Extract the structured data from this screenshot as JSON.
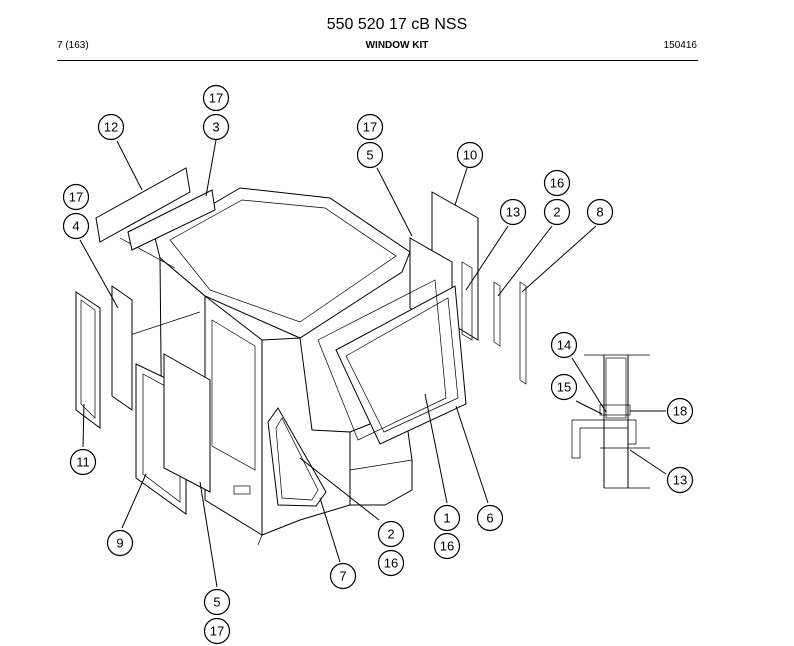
{
  "header": {
    "title": "550 520 17 cB NSS",
    "page": "7 (163)",
    "section": "WINDOW KIT",
    "code": "150416"
  },
  "callouts": [
    {
      "id": "c17a",
      "label": "17"
    },
    {
      "id": "c3",
      "label": "3"
    },
    {
      "id": "c12",
      "label": "12"
    },
    {
      "id": "c17b",
      "label": "17"
    },
    {
      "id": "c5a",
      "label": "5"
    },
    {
      "id": "c10",
      "label": "10"
    },
    {
      "id": "c16a",
      "label": "16"
    },
    {
      "id": "c13a",
      "label": "13"
    },
    {
      "id": "c2a",
      "label": "2"
    },
    {
      "id": "c8",
      "label": "8"
    },
    {
      "id": "c17c",
      "label": "17"
    },
    {
      "id": "c4",
      "label": "4"
    },
    {
      "id": "c14",
      "label": "14"
    },
    {
      "id": "c15",
      "label": "15"
    },
    {
      "id": "c18",
      "label": "18"
    },
    {
      "id": "c13b",
      "label": "13"
    },
    {
      "id": "c11",
      "label": "11"
    },
    {
      "id": "c1",
      "label": "1"
    },
    {
      "id": "c6",
      "label": "6"
    },
    {
      "id": "c16b",
      "label": "16"
    },
    {
      "id": "c2b",
      "label": "2"
    },
    {
      "id": "c16c",
      "label": "16"
    },
    {
      "id": "c9",
      "label": "9"
    },
    {
      "id": "c7",
      "label": "7"
    },
    {
      "id": "c5b",
      "label": "5"
    },
    {
      "id": "c17d",
      "label": "17"
    }
  ]
}
